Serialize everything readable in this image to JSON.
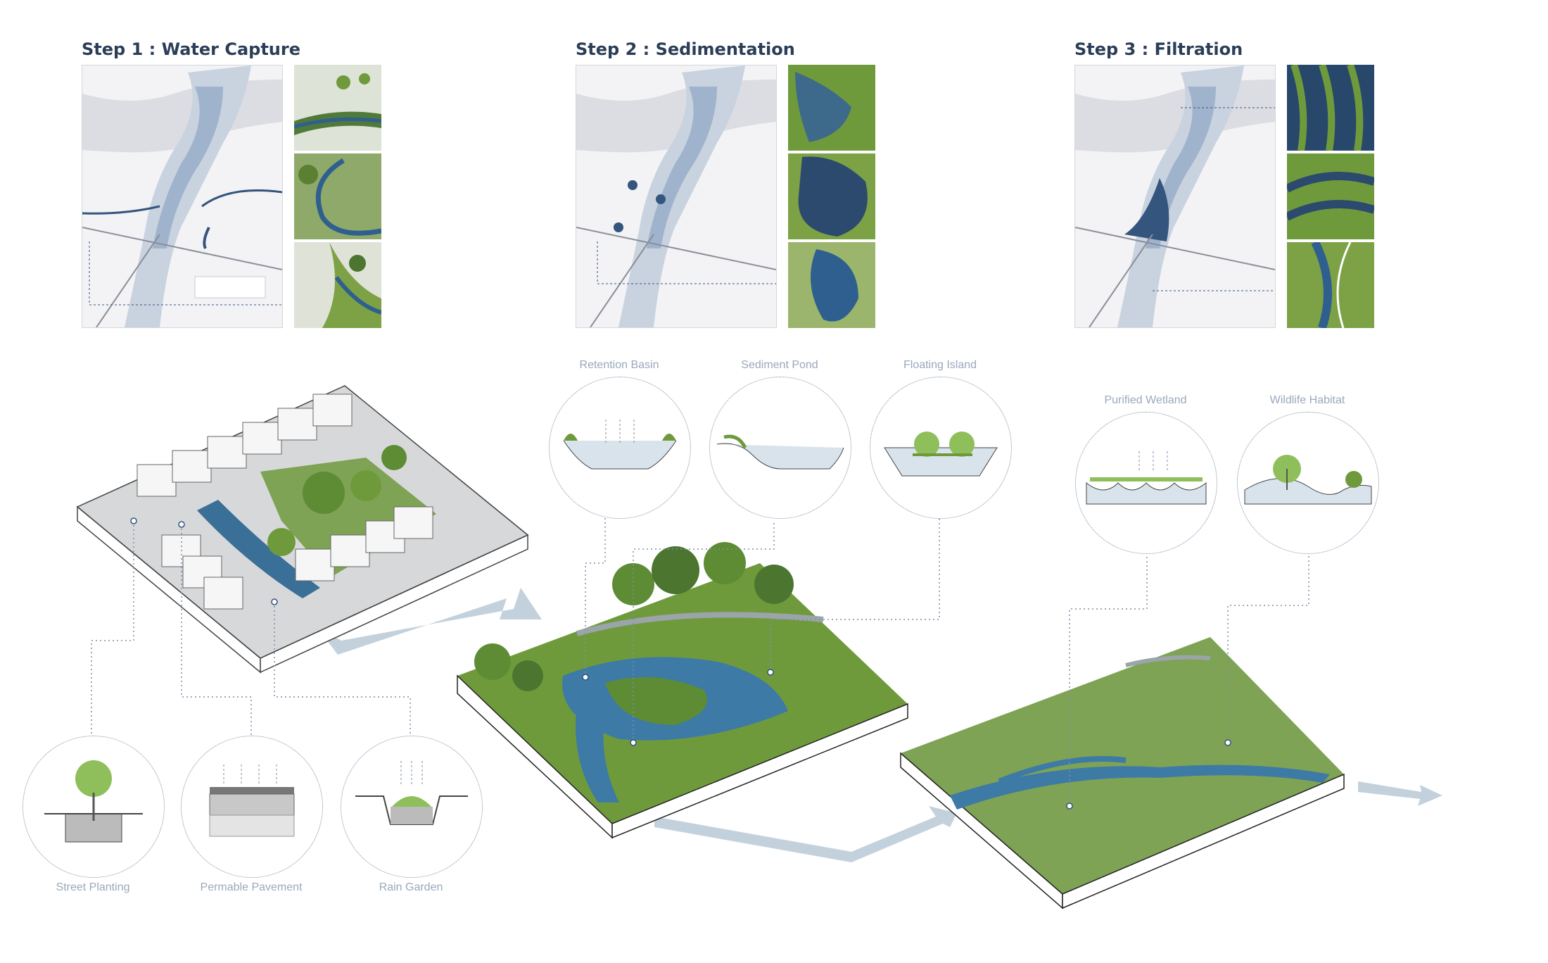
{
  "steps": [
    {
      "title": "Step 1 : Water Capture"
    },
    {
      "title": "Step 2 : Sedimentation"
    },
    {
      "title": "Step 3 : Filtration"
    }
  ],
  "components": {
    "retention_basin": "Retention Basin",
    "sediment_pond": "Sediment Pond",
    "floating_island": "Floating Island",
    "purified_wetland": "Purified Wetland",
    "wildlife_habitat": "Wildlife Habitat",
    "street_planting": "Street Planting",
    "permeable_pavement": "Permable Pavement",
    "rain_garden": "Rain Garden"
  },
  "colors": {
    "title": "#2b3e58",
    "label": "#9aa8bc",
    "water": "#2f5f8f",
    "vegetation": "#6f9a3c",
    "flow_arrow": "#c3d1dd"
  }
}
